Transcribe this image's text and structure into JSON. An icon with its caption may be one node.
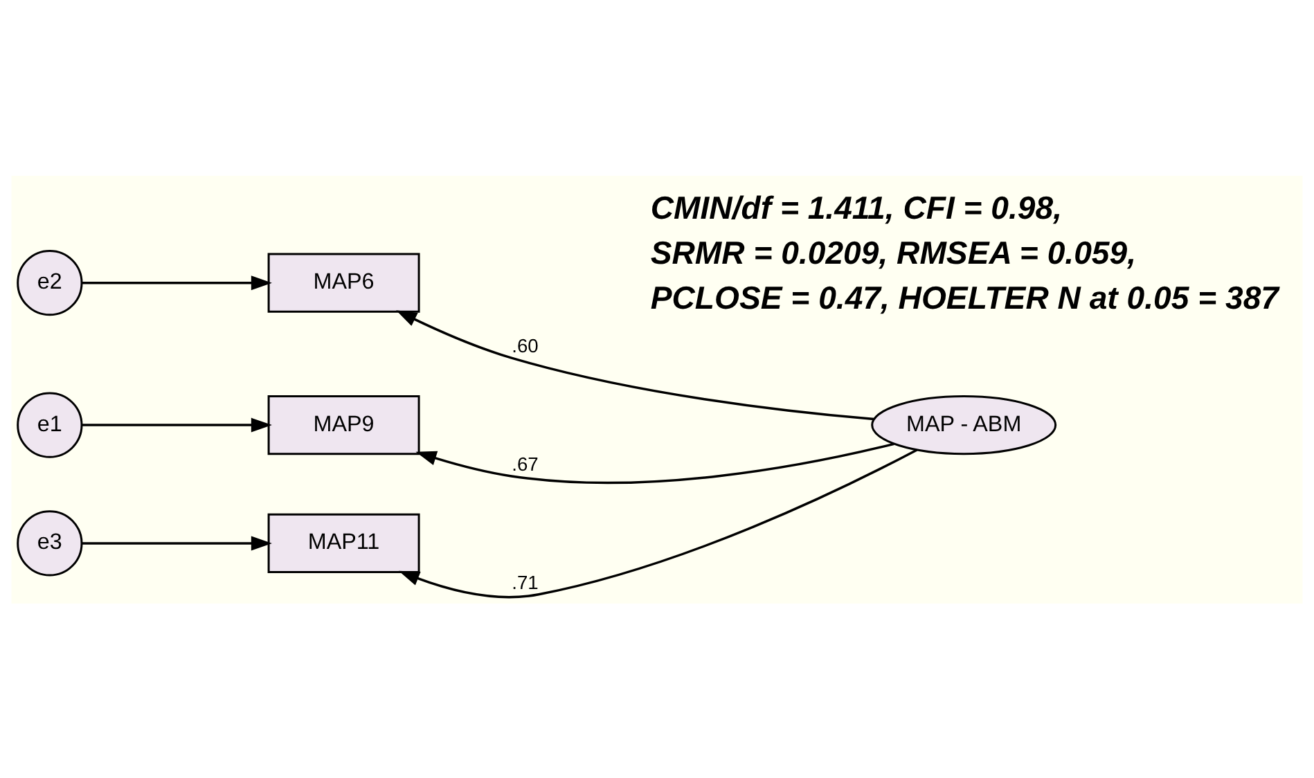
{
  "diagram": {
    "nodes": [
      {
        "text": [
          "e2"
        ]
      },
      {
        "text": [
          "MAP6"
        ]
      },
      {
        "text": [
          "e1"
        ]
      },
      {
        "text": [
          "MAP9"
        ]
      },
      {
        "text": [
          "e3"
        ]
      },
      {
        "text": [
          "MAP11"
        ]
      },
      {
        "text": [
          "MAP - ABM"
        ]
      }
    ],
    "edges": [
      {
        "from": 0,
        "to": 1,
        "arrow": "to"
      },
      {
        "from": 2,
        "to": 3,
        "arrow": "to"
      },
      {
        "from": 4,
        "to": 5,
        "arrow": "to"
      },
      {
        "from": 6,
        "to": 1,
        "arrow": "to",
        "label": ".60"
      },
      {
        "from": 6,
        "to": 3,
        "arrow": "to",
        "label": ".67"
      },
      {
        "from": 6,
        "to": 5,
        "arrow": "to",
        "label": ".71"
      }
    ],
    "labels": [
      "CMIN/df = 1.411, CFI = 0.98,",
      "SRMR = 0.0209, RMSEA = 0.059,",
      "PCLOSE = 0.47, HOELTER N at 0.05 = 387"
    ]
  }
}
